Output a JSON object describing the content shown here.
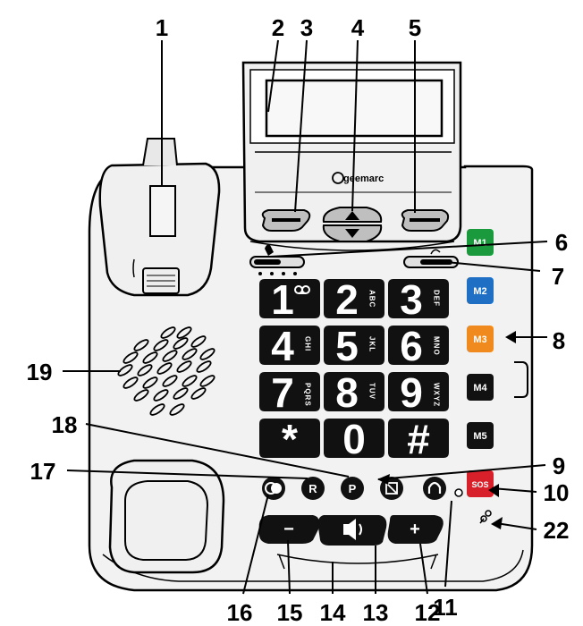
{
  "brand": "geemarc",
  "keypad": [
    {
      "digit": "1",
      "letters": ""
    },
    {
      "digit": "2",
      "letters": "ABC"
    },
    {
      "digit": "3",
      "letters": "DEF"
    },
    {
      "digit": "4",
      "letters": "GHI"
    },
    {
      "digit": "5",
      "letters": "JKL"
    },
    {
      "digit": "6",
      "letters": "MNO"
    },
    {
      "digit": "7",
      "letters": "PQRS"
    },
    {
      "digit": "8",
      "letters": "TUV"
    },
    {
      "digit": "9",
      "letters": "WXYZ"
    },
    {
      "digit": "*",
      "letters": ""
    },
    {
      "digit": "0",
      "letters": ""
    },
    {
      "digit": "#",
      "letters": ""
    }
  ],
  "memory_buttons": [
    {
      "label": "M1",
      "color": "#1a9a3c"
    },
    {
      "label": "M2",
      "color": "#1f6fc4"
    },
    {
      "label": "M3",
      "color": "#f08a1e"
    },
    {
      "label": "M4",
      "color": "#111111"
    },
    {
      "label": "M5",
      "color": "#111111"
    },
    {
      "label": "SOS",
      "color": "#d8202a"
    }
  ],
  "round_buttons": {
    "r": "R",
    "p": "P"
  },
  "volume": {
    "minus": "−",
    "plus": "+"
  },
  "callouts": [
    "1",
    "2",
    "3",
    "4",
    "5",
    "6",
    "7",
    "8",
    "9",
    "10",
    "11",
    "12",
    "13",
    "14",
    "15",
    "16",
    "17",
    "18",
    "19",
    "22"
  ]
}
